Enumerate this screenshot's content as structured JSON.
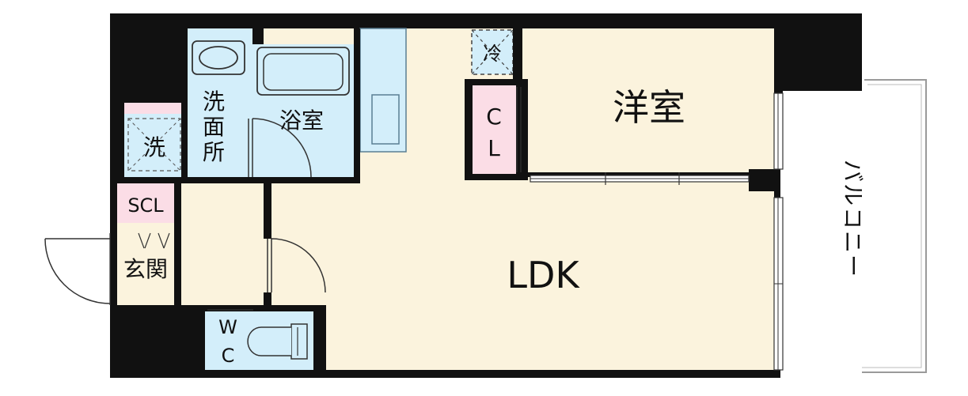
{
  "rooms": {
    "western_room": "洋室",
    "ldk": "LDK",
    "bathroom": "浴室",
    "washroom": [
      "洗",
      "面",
      "所"
    ],
    "laundry": "洗",
    "shoe_closet": "SCL",
    "entrance": "玄関",
    "closet": [
      "C",
      "L"
    ],
    "fridge": "冷",
    "toilet": [
      "W",
      "C"
    ],
    "balcony": [
      "バ",
      "ル",
      "コ",
      "ニ",
      "ー"
    ]
  },
  "colors": {
    "wall": "#111111",
    "floor": "#fbf3dd",
    "wet": "#d3eefa",
    "accent": "#fbdde6",
    "outline": "#3a3a3a"
  }
}
